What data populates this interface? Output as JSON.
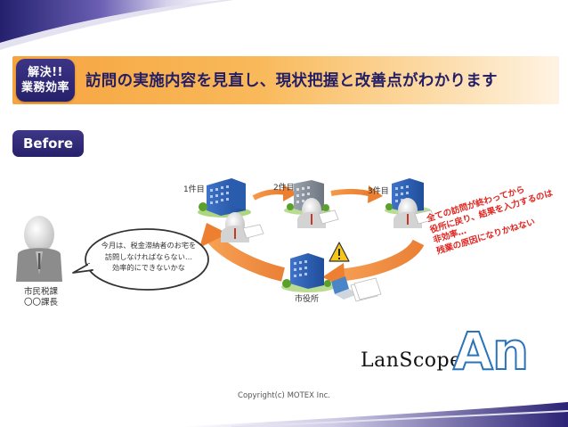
{
  "banner": {
    "badge_line1": "解決!!",
    "badge_line2": "業務効率",
    "title": "訪問の実施内容を見直し、現状把握と改善点がわかります"
  },
  "section_badge": "Before",
  "diagram": {
    "visit_labels": [
      "1件目",
      "2件目",
      "3件目"
    ],
    "office_label": "市役所",
    "person_label_line1": "市民税課",
    "person_label_line2": "〇〇課長",
    "speech_lines": [
      "今月は、税金滞納者のお宅を",
      "訪問しなければならない…",
      "効率的にできないかな"
    ],
    "note_lines": [
      "全ての訪問が終わってから",
      "役所に戻り、結果を入力するのは",
      "非効率…",
      "残業の原因になりかねない"
    ],
    "warning_icon": "warning-icon"
  },
  "footer": {
    "copyright": "Copyright(c) MOTEX Inc.",
    "logo_text": "LanScope",
    "logo_mark": "An"
  },
  "colors": {
    "navy": "#2b2375",
    "orange": "#f0893a",
    "red_text": "#e0241f",
    "logo_blue": "#2a73b8"
  }
}
